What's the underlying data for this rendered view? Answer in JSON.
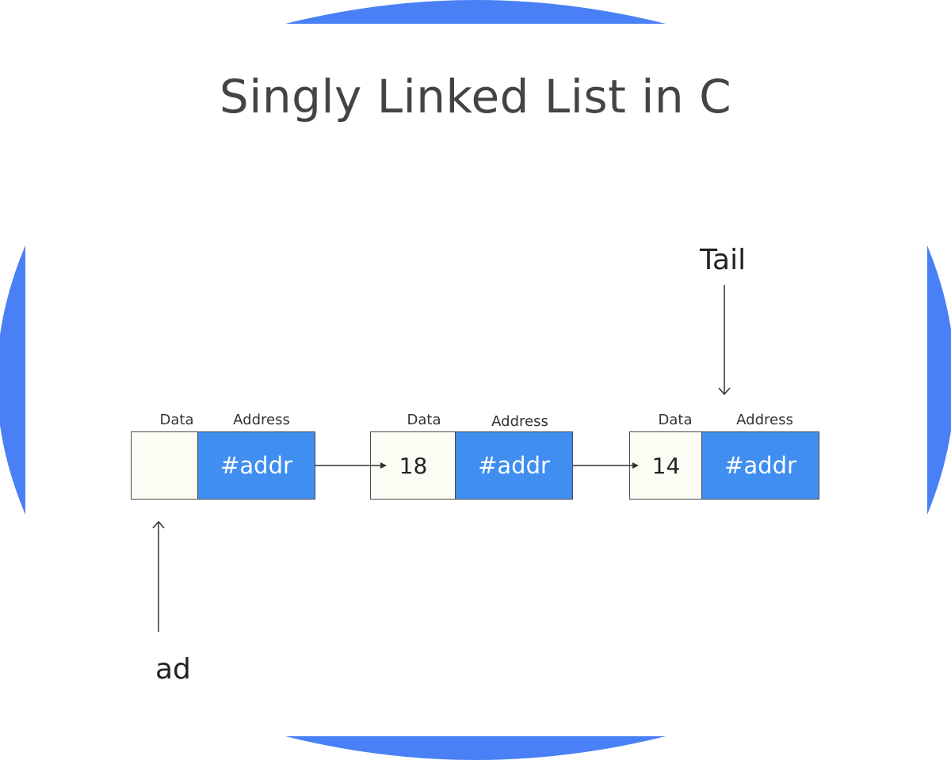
{
  "title": "Singly Linked List in C",
  "colors": {
    "frame_blue": "#4a80f5",
    "address_fill": "#3f8ef0",
    "data_fill": "#fdfcf4",
    "border": "#4a4a4a"
  },
  "nodes": [
    {
      "data_label": "Data",
      "address_label": "Address",
      "data_value": "",
      "address_value": "#addr"
    },
    {
      "data_label": "Data",
      "address_label": "Address",
      "data_value": "18",
      "address_value": "#addr"
    },
    {
      "data_label": "Data",
      "address_label": "Address",
      "data_value": "14",
      "address_value": "#addr"
    }
  ],
  "pointers": {
    "tail": "Tail",
    "head": "ad"
  }
}
